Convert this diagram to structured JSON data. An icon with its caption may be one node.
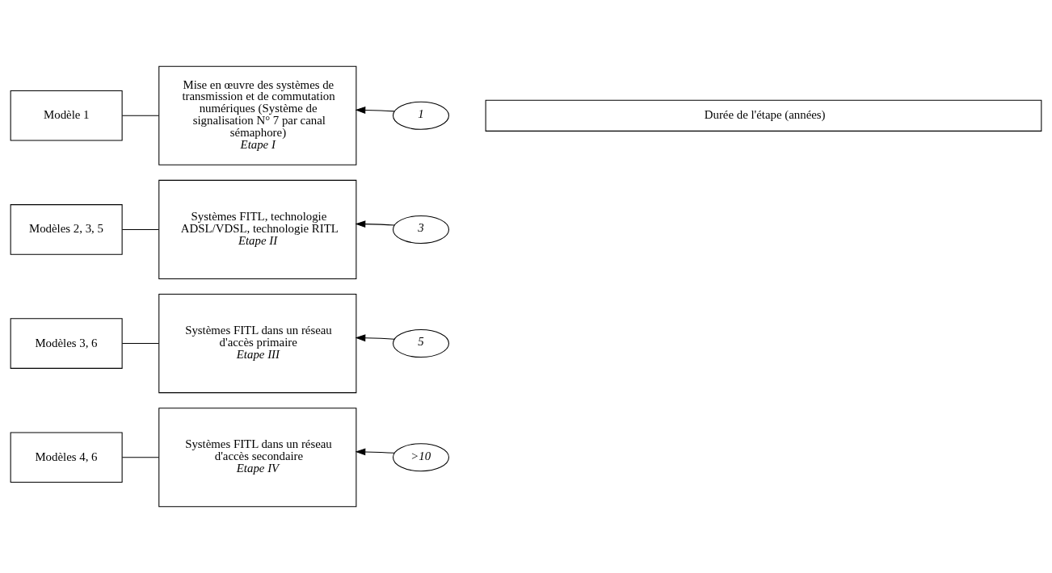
{
  "diagram": {
    "nodes": [
      {
        "text": [
          "Modèles 4, 6"
        ]
      },
      {
        "text": [
          "Modèles 3, 6"
        ]
      },
      {
        "text": [
          "Modèles 2, 3, 5"
        ]
      },
      {
        "text": [
          "Modèle 1"
        ]
      },
      {
        "text": [
          "Mise en œuvre des systèmes de transmission et de commutation numériques (Système de signalisation N° 7 par canal sémaphore)",
          "Etape I"
        ]
      },
      {
        "text": [
          "Systèmes FITL, technologie ADSL/VDSL, technologie RITL",
          "Etape II"
        ]
      },
      {
        "text": [
          "Systèmes FITL dans un réseau d'accès primaire",
          "Etape III"
        ]
      },
      {
        "text": [
          "Systèmes FITL dans un réseau d'accès secondaire",
          "Etape IV"
        ]
      },
      {
        "text": [
          "1"
        ]
      },
      {
        "text": [
          "3"
        ]
      },
      {
        "text": [
          "5"
        ]
      },
      {
        "text": [
          ">10"
        ]
      },
      {
        "text": [
          "Durée de l'étape (années)"
        ]
      }
    ],
    "edges": [
      {
        "from": 3,
        "to": 4,
        "arrow": "none"
      },
      {
        "from": 2,
        "to": 5,
        "arrow": "none"
      },
      {
        "from": 1,
        "to": 6,
        "arrow": "none"
      },
      {
        "from": 0,
        "to": 7,
        "arrow": "none"
      },
      {
        "from": 8,
        "to": 4,
        "arrow": "to"
      },
      {
        "from": 9,
        "to": 5,
        "arrow": "to"
      },
      {
        "from": 10,
        "to": 6,
        "arrow": "to"
      },
      {
        "from": 11,
        "to": 7,
        "arrow": "to"
      }
    ]
  }
}
